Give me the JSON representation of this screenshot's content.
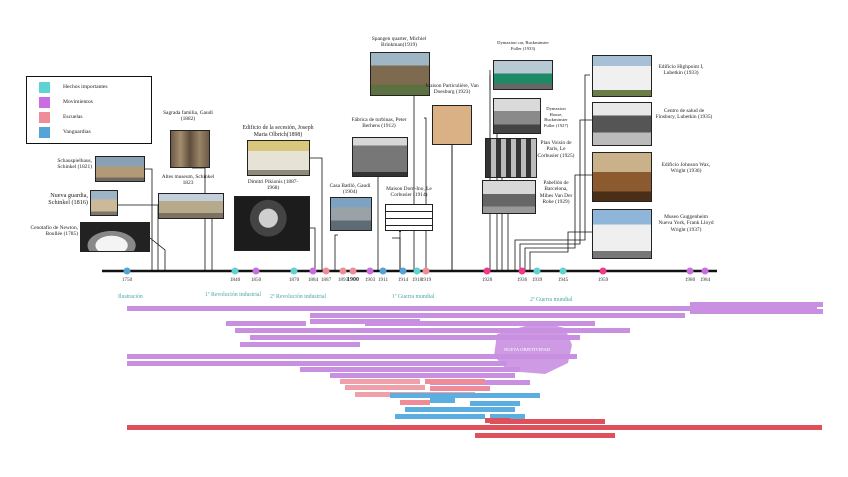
{
  "legend": [
    {
      "label": "Hechos importantes",
      "color": "#5fd3d3"
    },
    {
      "label": "Movimientos",
      "color": "#c96de0"
    },
    {
      "label": "Escuelas",
      "color": "#ef8c97"
    },
    {
      "label": "Vanguardias",
      "color": "#54a4d8"
    }
  ],
  "years": [
    "1750",
    "1840",
    "1850",
    "1870",
    "1884",
    "1887",
    "1893",
    "1900",
    "1903",
    "1911",
    "1914",
    "1918",
    "1919",
    "1928",
    "1936",
    "1939",
    "1945",
    "1959",
    "1980",
    "1984"
  ],
  "eras": [
    "Ilustración",
    "1ª Revolución industrial",
    "2ª Revolución industrial",
    "1ª Guerra mundial",
    "2ª Guerra mundial"
  ],
  "works": [
    {
      "id": "schauspielhaus",
      "text": "Schauspielhaus, Schinkel (1821)"
    },
    {
      "id": "nueva-guardia",
      "text": "Nueva guardia, Schinkel (1816)"
    },
    {
      "id": "cenotafio",
      "text": "Cenotafio de Newton, Boullée (1785)"
    },
    {
      "id": "sagrada",
      "text": "Sagrada familia, Gaudí (1882)"
    },
    {
      "id": "altes",
      "text": "Altes museum, Schinkel 1823"
    },
    {
      "id": "secesion",
      "text": "Edificio de la secesión, Joseph Maria Olbrich(1898)"
    },
    {
      "id": "pikionis",
      "text": "Dimitri Pikionis (1887-1968)"
    },
    {
      "id": "batllo",
      "text": "Casa Batlló, Gaudí (1904)"
    },
    {
      "id": "turbinas",
      "text": "Fábrica de turbinas, Peter Berhens (1912)"
    },
    {
      "id": "domino",
      "text": "Maison Dom-Ino, Le Corbusier (1914)"
    },
    {
      "id": "spangen",
      "text": "Spangen quarter, Michiel Brinkman(1919)"
    },
    {
      "id": "maison-part",
      "text": "Maison Particulière, Van Doesburg (1923)"
    },
    {
      "id": "dymaxion-car",
      "text": "Dymaxion car, Buckminster Fuller (1933)"
    },
    {
      "id": "dymaxion-house",
      "text": "Dymaxion House, Buckminster Fuller (1927)"
    },
    {
      "id": "plan-voisin",
      "text": "Plan Voisin de Paris, Le Corbusier (1925)"
    },
    {
      "id": "barcelona",
      "text": "Pabellón de Barcelona, Mihes Van Der Rohe (1929)"
    },
    {
      "id": "highpoint",
      "text": "Edificio Highpoint I, Lubetkin (1933)"
    },
    {
      "id": "finsbury",
      "text": "Centro de salud de Finsbury, Lubetkin (1935)"
    },
    {
      "id": "johnson",
      "text": "Edificio Johnson Wax, Wright (1936)"
    },
    {
      "id": "guggenheim",
      "text": "Museo Guggenheim Nueva York, Frank Lloyd Wright (1937)"
    }
  ],
  "bars": [
    {
      "t": "",
      "c": "#c98fe0"
    },
    {
      "t": "",
      "c": "#c98fe0"
    },
    {
      "t": "",
      "c": "#c98fe0"
    },
    {
      "t": "",
      "c": "#c98fe0"
    },
    {
      "t": "",
      "c": "#c98fe0"
    },
    {
      "t": "",
      "c": "#c98fe0"
    },
    {
      "t": "",
      "c": "#c98fe0"
    },
    {
      "t": "",
      "c": "#c98fe0"
    },
    {
      "t": "",
      "c": "#c98fe0"
    },
    {
      "t": "",
      "c": "#c98fe0"
    },
    {
      "t": "",
      "c": "#c98fe0"
    },
    {
      "t": "",
      "c": "#c98fe0"
    },
    {
      "t": "",
      "c": "#c98fe0"
    },
    {
      "t": "",
      "c": "#c98fe0"
    },
    {
      "t": "",
      "c": "#c98fe0"
    },
    {
      "t": "",
      "c": "#c98fe0"
    },
    {
      "t": "NUEVA OBJETIVIDAD",
      "c": "#c98fe0"
    },
    {
      "t": "",
      "c": "#c98fe0"
    },
    {
      "t": "",
      "c": "#c98fe0"
    },
    {
      "t": "",
      "c": "#f0a0a8"
    },
    {
      "t": "",
      "c": "#f0a0a8"
    },
    {
      "t": "",
      "c": "#f0a0a8"
    },
    {
      "t": "",
      "c": "#ef8c97"
    },
    {
      "t": "",
      "c": "#ef8c97"
    },
    {
      "t": "",
      "c": "#ef8c97"
    },
    {
      "t": "",
      "c": "#5aaee0"
    },
    {
      "t": "",
      "c": "#5aaee0"
    },
    {
      "t": "",
      "c": "#5aaee0"
    },
    {
      "t": "",
      "c": "#5aaee0"
    },
    {
      "t": "",
      "c": "#5aaee0"
    },
    {
      "t": "",
      "c": "#5aaee0"
    },
    {
      "t": "",
      "c": "#e0505a"
    },
    {
      "t": "",
      "c": "#e0505a"
    },
    {
      "t": "",
      "c": "#e0505a"
    },
    {
      "t": "",
      "c": "#e0505a"
    },
    {
      "t": "",
      "c": "#e0505a"
    },
    {
      "t": "",
      "c": "#e0505a"
    }
  ]
}
